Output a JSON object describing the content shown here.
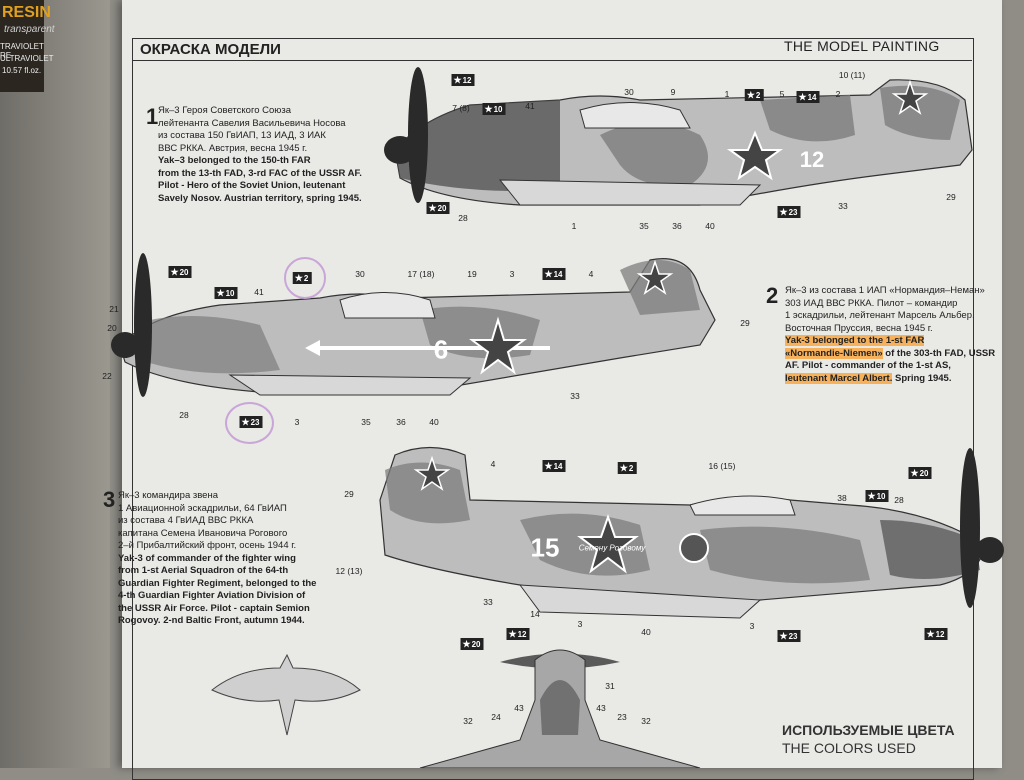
{
  "background": {
    "bottle": {
      "brand": "RESIN",
      "sub": "transparent",
      "line1": "TRAVIOLET RE",
      "line2": "ULTRAVIOLET",
      "line3": "10.57 fl.oz."
    }
  },
  "header": {
    "title_ru": "ОКРАСКА МОДЕЛИ",
    "title_en": "THE MODEL PAINTING"
  },
  "schemes": [
    {
      "number": "1",
      "text_ru": "Як–3 Героя Советского Союза\nлейтенанта Савелия Васильевича Носова\nиз состава 150 ГвИАП, 13 ИАД, 3 ИАК\nВВС РККА. Австрия, весна 1945 г.",
      "text_en": "Yak–3 belonged to the 150-th FAR\nfrom the 13-th FAD, 3-rd FAC of the USSR AF.\nPilot - Hero of the Soviet Union, leutenant\nSavely Nosov. Austrian territory, spring 1945."
    },
    {
      "number": "2",
      "text_ru": "Як–3 из состава 1 ИАП «Нормандия–Неман»\n303 ИАД ВВС РККА. Пилот – командир\n1 эскадрильи, лейтенант Марсель Альбер.\nВосточная Пруссия, весна 1945 г.",
      "text_en_hl1": "Yak-3 belonged to the 1-st FAR",
      "text_en_hl2": "«Normandie-Niemen»",
      "text_en_3": " of the 303-th FAD, USSR",
      "text_en_4": "AF. Pilot - commander of the 1-st AS,",
      "text_en_hl3": "leutenant Marcel Albert.",
      "text_en_5": " Spring 1945."
    },
    {
      "number": "3",
      "text_ru": "Як–3 командира звена\n1 Авиационной эскадрильи, 64 ГвИАП\nиз состава 4 ГвИАД ВВС РККА\nкапитана Семена Ивановича Рогового\n2–й Прибалтийский фронт, осень 1944 г.",
      "text_en": "Yak-3 of commander of the fighter wing\nfrom 1-st Aerial Squadron of the 64-th\nGuardian Fighter Regiment, belonged to the\n4-th Guardian Fighter Aviation Division of\nthe USSR Air Force. Pilot - captain Semion\nRogovoy. 2-nd Baltic Front, autumn 1944."
    }
  ],
  "aircraft": {
    "plane1": {
      "tail_number": "12"
    },
    "plane2": {
      "tail_number": "6"
    },
    "plane3": {
      "tail_number": "15",
      "inscription": "Семену Роговому"
    }
  },
  "callouts": {
    "p1": [
      "10 (11)",
      "2",
      "1",
      "5",
      "30",
      "9",
      "7 (8)",
      "41",
      "29",
      "33",
      "28",
      "1",
      "35",
      "36",
      "40"
    ],
    "p2": [
      "30",
      "17 (18)",
      "19",
      "3",
      "4",
      "41",
      "21",
      "20",
      "22",
      "29",
      "28",
      "3",
      "35",
      "36",
      "40",
      "33"
    ],
    "p3": [
      "4",
      "16 (15)",
      "38",
      "28",
      "29",
      "12 (13)",
      "33",
      "14",
      "3",
      "40",
      "3"
    ],
    "p4": [
      "31",
      "32",
      "24",
      "43",
      "43",
      "23",
      "32"
    ]
  },
  "star_tags": {
    "p1": [
      "12",
      "10",
      "2",
      "14",
      "20",
      "23"
    ],
    "p2": [
      "20",
      "10",
      "2",
      "14",
      "23"
    ],
    "p3": [
      "14",
      "2",
      "10",
      "20",
      "23",
      "12"
    ],
    "p4": [
      "20",
      "12"
    ]
  },
  "colors_used": {
    "title_ru": "ИСПОЛЬЗУЕМЫЕ ЦВЕТА",
    "title_en": "THE COLORS USED"
  },
  "palette": {
    "dark_gray": "#4a4a4a",
    "mid_gray": "#8c8c8c",
    "light_gray": "#c4c4c4",
    "highlight": "#f7b15a",
    "circle": "#c9a6d7"
  }
}
